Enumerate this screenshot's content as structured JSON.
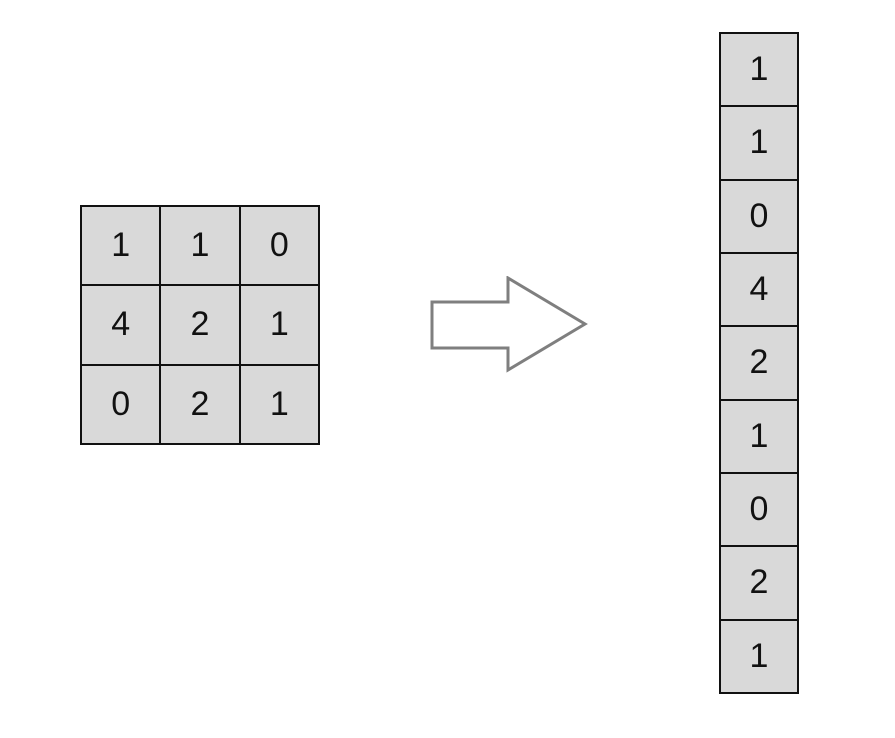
{
  "matrix": {
    "rows": [
      [
        "1",
        "1",
        "0"
      ],
      [
        "4",
        "2",
        "1"
      ],
      [
        "0",
        "2",
        "1"
      ]
    ]
  },
  "arrow": {
    "icon": "right-arrow-icon",
    "stroke_color": "#7f7f7f"
  },
  "vector": {
    "values": [
      "1",
      "1",
      "0",
      "4",
      "2",
      "1",
      "0",
      "2",
      "1"
    ]
  },
  "colors": {
    "cell_fill": "#d9d9d9",
    "border": "#111111"
  }
}
